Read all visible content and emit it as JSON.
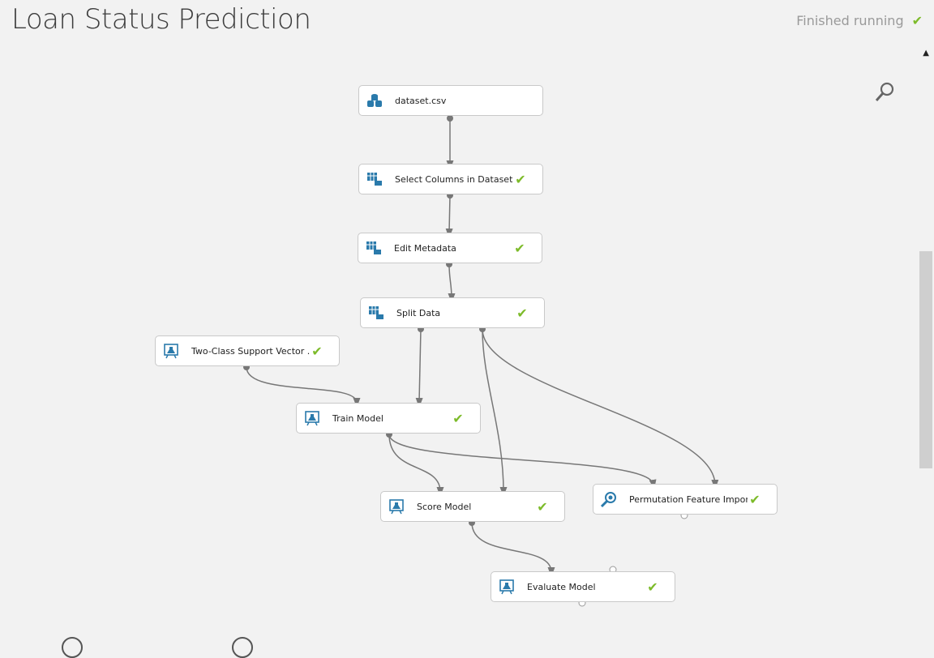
{
  "header": {
    "title": "Loan Status Prediction",
    "status_text": "Finished running",
    "status_icon": "check-icon"
  },
  "colors": {
    "accent_check": "#7dbb2a",
    "icon_blue": "#2a7aab",
    "wire": "#777777"
  },
  "nodes": [
    {
      "id": "dataset",
      "label": "dataset.csv",
      "icon": "database-icon",
      "done": false
    },
    {
      "id": "select-columns",
      "label": "Select Columns in Dataset",
      "icon": "table-transform-icon",
      "done": true
    },
    {
      "id": "edit-metadata",
      "label": "Edit Metadata",
      "icon": "table-transform-icon",
      "done": true
    },
    {
      "id": "split-data",
      "label": "Split Data",
      "icon": "table-transform-icon",
      "done": true
    },
    {
      "id": "two-class-svm",
      "label": "Two-Class Support Vector ...",
      "icon": "flask-board-icon",
      "done": true
    },
    {
      "id": "train-model",
      "label": "Train Model",
      "icon": "flask-board-icon",
      "done": true
    },
    {
      "id": "score-model",
      "label": "Score Model",
      "icon": "flask-board-icon",
      "done": true
    },
    {
      "id": "permutation",
      "label": "Permutation Feature Import...",
      "icon": "magnifier-icon",
      "done": true
    },
    {
      "id": "evaluate-model",
      "label": "Evaluate Model",
      "icon": "flask-board-icon",
      "done": true
    }
  ]
}
